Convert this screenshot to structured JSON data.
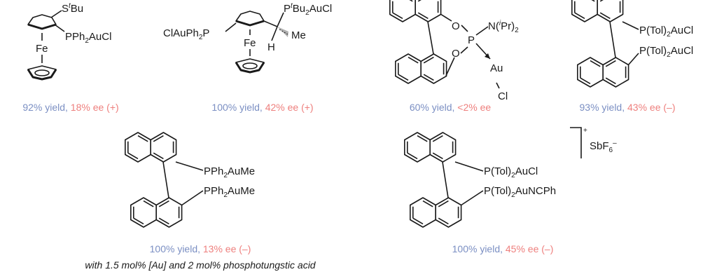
{
  "colors": {
    "yield": "#7b8fc3",
    "ee": "#ee7f7d",
    "ink": "#1a1a1a"
  },
  "compounds": [
    {
      "labels": {
        "s_pre": "S",
        "s_sup": "t",
        "s_post": "Bu",
        "p": "PPh",
        "p_sub": "2",
        "p_post": "AuCl",
        "fe": "Fe"
      },
      "yield": "92% yield,",
      "ee": "18% ee (+)"
    },
    {
      "labels": {
        "left_pre": "ClAuPh",
        "left_sub": "2",
        "left_post": "P",
        "fe": "Fe",
        "h": "H",
        "me": "Me",
        "p_pre": "P",
        "p_sup": "t",
        "p_mid": "Bu",
        "p_sub": "2",
        "p_post": "AuCl"
      },
      "yield": "100% yield,",
      "ee": "42% ee (+)"
    },
    {
      "labels": {
        "n_pre": "N(",
        "n_sup": "i",
        "n_mid": "Pr)",
        "n_sub": "2",
        "o1": "O",
        "p": "P",
        "o2": "O",
        "au": "Au",
        "cl": "Cl"
      },
      "yield": "60% yield,",
      "ee": "<2% ee"
    },
    {
      "labels": {
        "p1_pre": "P(Tol)",
        "p1_sub": "2",
        "p1_post": "AuCl",
        "p2_pre": "P(Tol)",
        "p2_sub": "2",
        "p2_post": "AuCl"
      },
      "yield": "93% yield,",
      "ee": "43% ee (–)"
    },
    {
      "labels": {
        "p1_pre": "PPh",
        "p1_sub": "2",
        "p1_post": "AuMe",
        "p2_pre": "PPh",
        "p2_sub": "2",
        "p2_post": "AuMe"
      },
      "yield": "100% yield,",
      "ee": "13% ee (–)",
      "condition": "with 1.5 mol% [Au] and 2 mol% phosphotungstic acid"
    },
    {
      "labels": {
        "p1_pre": "P(Tol)",
        "p1_sub": "2",
        "p1_post": "AuCl",
        "p2_pre": "P(Tol)",
        "p2_sub": "2",
        "p2_post": "AuNCPh",
        "charge": "+",
        "anion_pre": "SbF",
        "anion_sub": "6",
        "anion_sup": "–"
      },
      "yield": "100% yield,",
      "ee": "45% ee (–)"
    }
  ]
}
